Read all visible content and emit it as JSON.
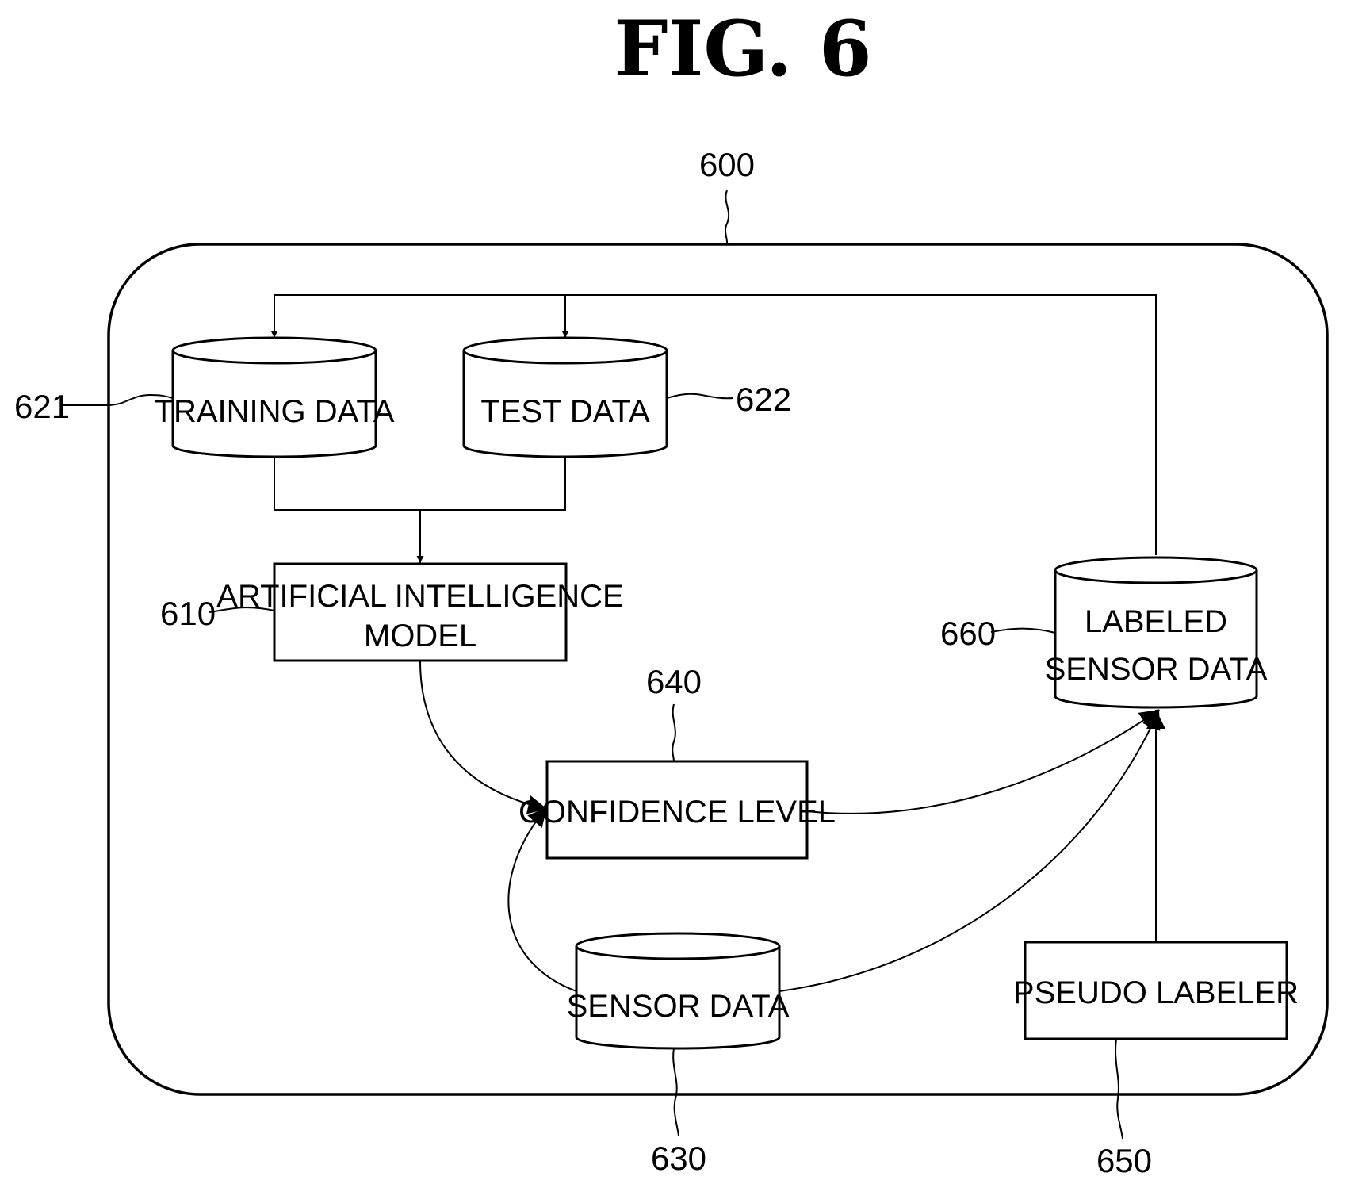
{
  "figure": {
    "title": "FIG. 6"
  },
  "system": {
    "ref": "600"
  },
  "nodes": {
    "training_data": {
      "ref": "621",
      "label": "TRAINING DATA"
    },
    "test_data": {
      "ref": "622",
      "label": "TEST DATA"
    },
    "ai_model": {
      "ref": "610",
      "label_line1": "ARTIFICIAL INTELLIGENCE",
      "label_line2": "MODEL"
    },
    "confidence_level": {
      "ref": "640",
      "label": "CONFIDENCE LEVEL"
    },
    "sensor_data": {
      "ref": "630",
      "label": "SENSOR DATA"
    },
    "labeled_sensor_data": {
      "ref": "660",
      "label_line1": "LABELED",
      "label_line2": "SENSOR DATA"
    },
    "pseudo_labeler": {
      "ref": "650",
      "label": "PSEUDO LABELER"
    }
  }
}
